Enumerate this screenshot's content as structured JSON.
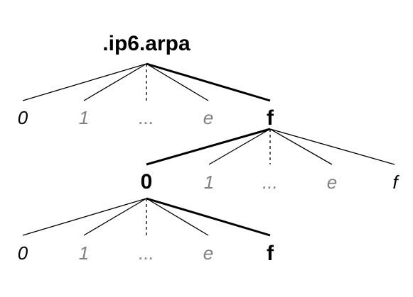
{
  "root": {
    "label": ".ip6.arpa"
  },
  "level1": {
    "labels": [
      "0",
      "1",
      "...",
      "e",
      "f"
    ]
  },
  "level2": {
    "labels": [
      "0",
      "1",
      "...",
      "e",
      "f"
    ]
  },
  "level3": {
    "labels": [
      "0",
      "1",
      "...",
      "e",
      "f"
    ]
  },
  "colors": {
    "line": "#000000",
    "active_label": "#000000",
    "inactive_label": "#808080",
    "first_label": "#000000"
  }
}
